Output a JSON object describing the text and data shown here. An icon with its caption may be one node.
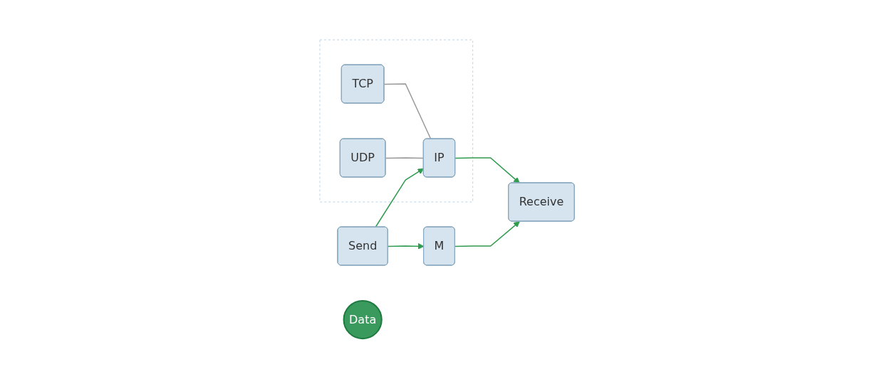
{
  "diagram": {
    "nodes": [
      {
        "text": [],
        "shape": "box"
      },
      {
        "text": [
          "TCP"
        ],
        "in": 0
      },
      {
        "text": [
          "UDP"
        ],
        "in": 0
      },
      {
        "text": [
          "IP"
        ],
        "in": 0
      },
      {
        "text": [
          "Send"
        ]
      },
      {
        "text": [
          "Data"
        ]
      },
      {
        "text": [
          "Receive"
        ]
      },
      {
        "text": [
          "M"
        ]
      }
    ],
    "edges": [
      {
        "from": 1,
        "to": 3,
        "arrow": "none",
        "color": "#999999"
      },
      {
        "from": 2,
        "to": 3,
        "arrow": "none",
        "color": "#999999"
      },
      {
        "from": 4,
        "to": 3,
        "arrow": "to"
      },
      {
        "from": 4,
        "to": 7,
        "arrow": "to"
      },
      {
        "from": 7,
        "to": 6,
        "arrow": "to"
      },
      {
        "from": 3,
        "to": 6,
        "arrow": "to"
      }
    ]
  }
}
